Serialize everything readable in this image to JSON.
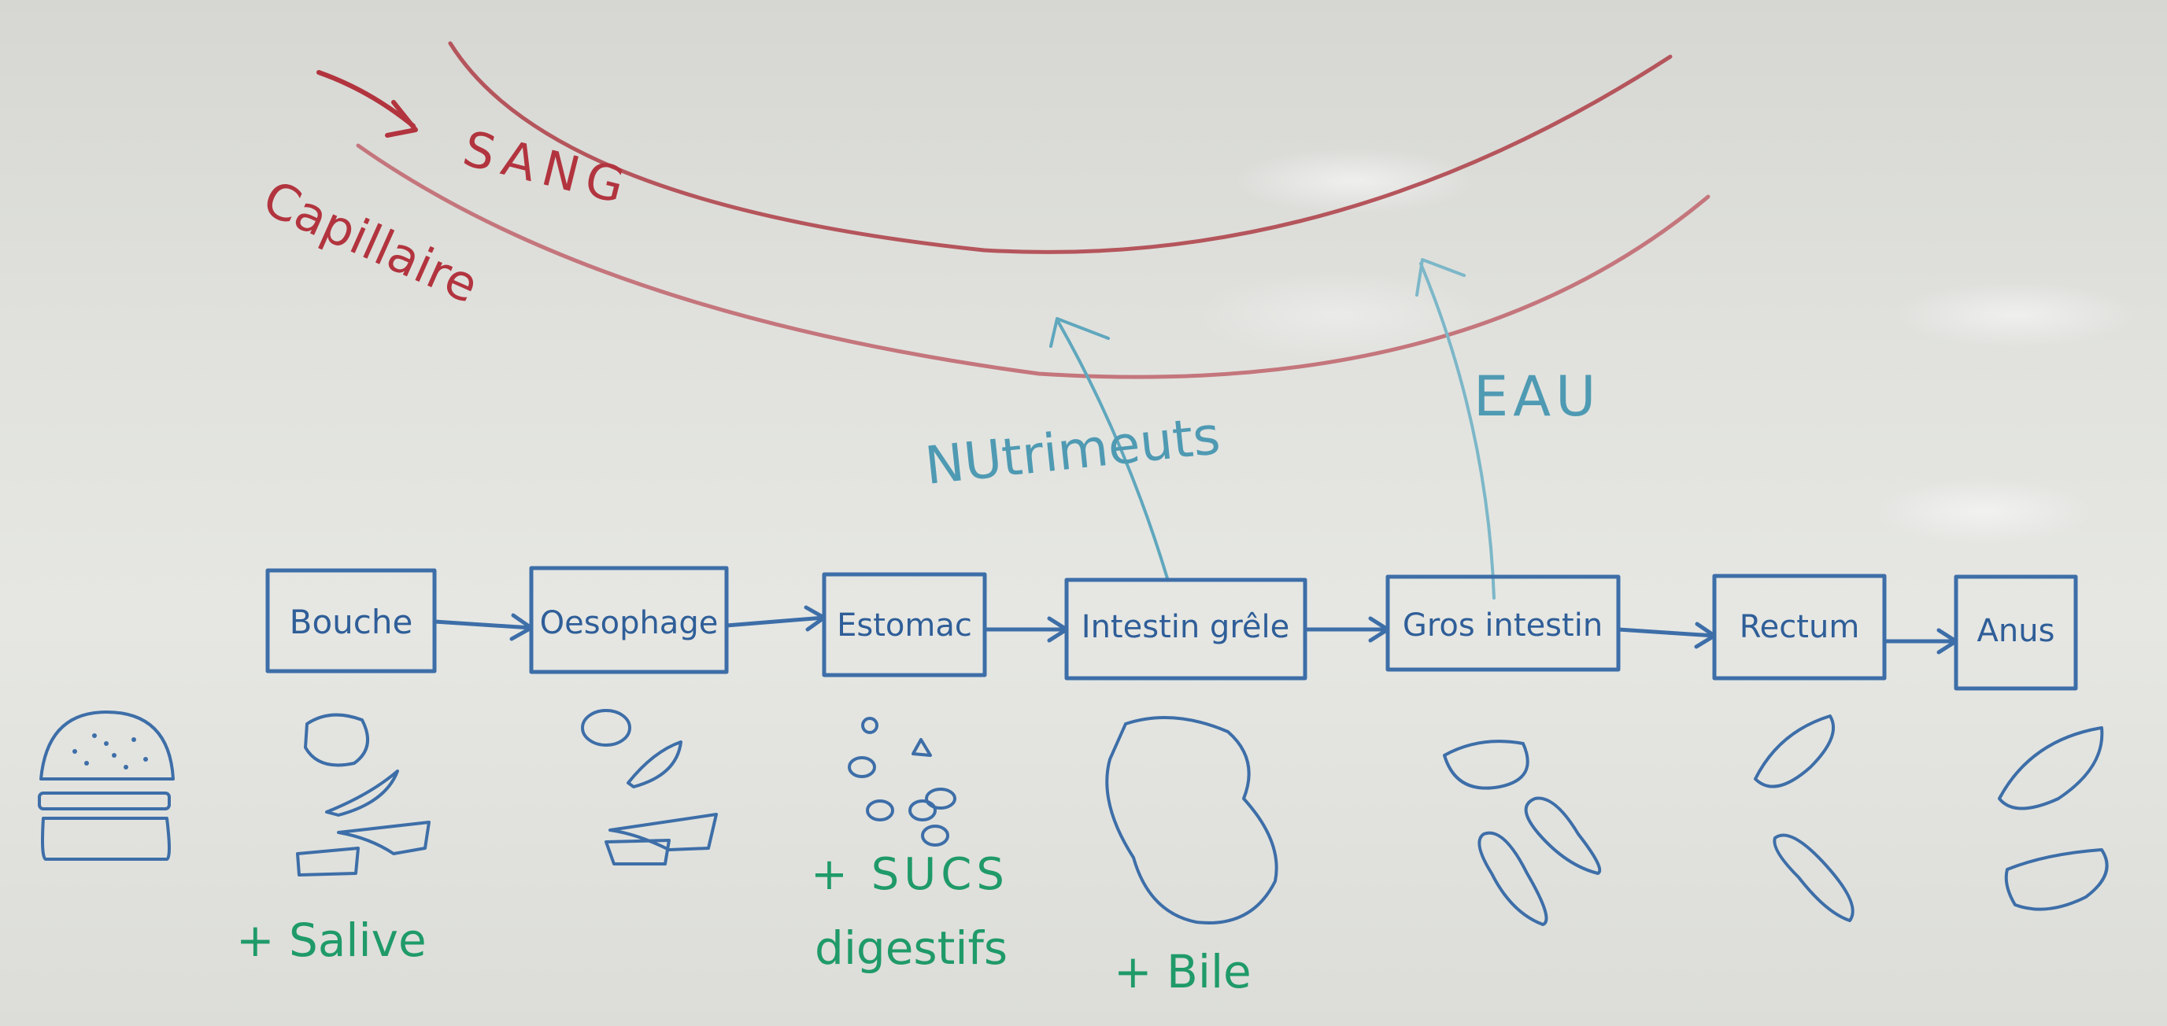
{
  "blood_vessel": {
    "label_blood": "SANG",
    "label_capillary": "Capillaire"
  },
  "absorption": {
    "nutrients": "NUtrimeuts",
    "water": "EAU"
  },
  "organs": [
    {
      "label": "Bouche"
    },
    {
      "label": "Oesophage"
    },
    {
      "label": "Estomac"
    },
    {
      "label": "Intestin grêle"
    },
    {
      "label": "Gros intestin"
    },
    {
      "label": "Rectum"
    },
    {
      "label": "Anus"
    }
  ],
  "additions": {
    "saliva": "+ Salive",
    "juices_line1": "+ SUCS",
    "juices_line2": "digestifs",
    "bile": "+ Bile"
  },
  "colors": {
    "blood": "#b2343e",
    "absorption": "#4f9ab3",
    "organs": "#2f5e98",
    "additions": "#1f9a68"
  }
}
